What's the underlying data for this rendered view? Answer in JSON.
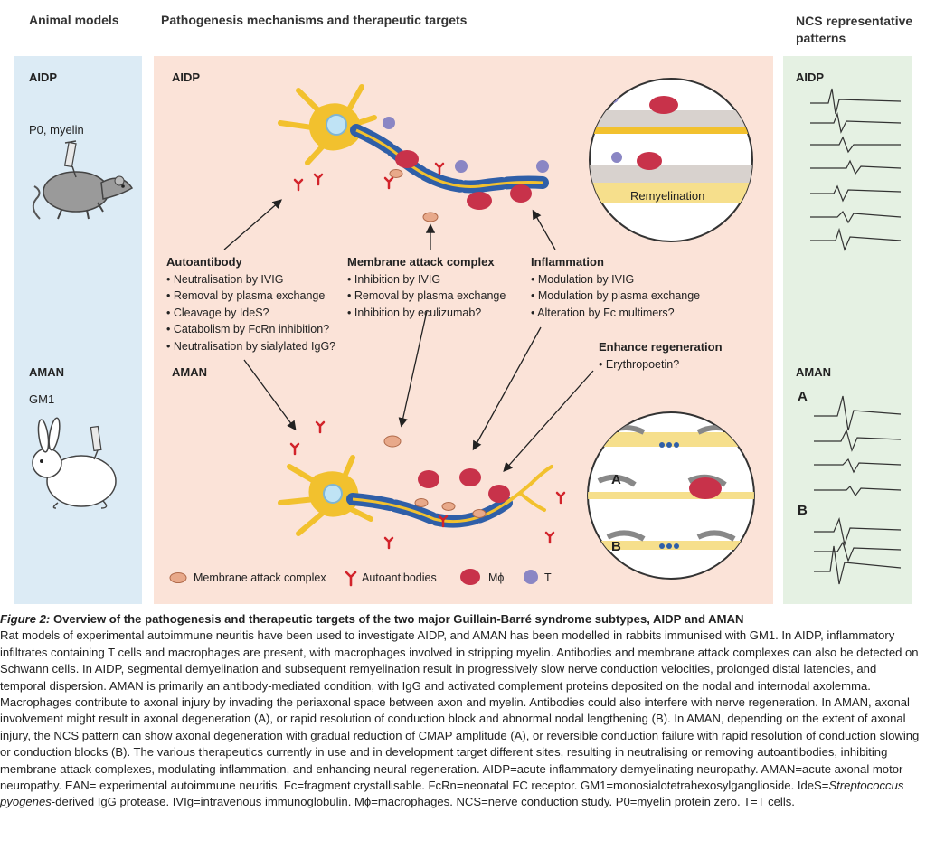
{
  "headers": {
    "animal_models": "Animal models",
    "pathogenesis": "Pathogenesis mechanisms and therapeutic targets",
    "ncs_line1": "NCS representative",
    "ncs_line2": "patterns"
  },
  "left": {
    "aidp": "AIDP",
    "aidp_antigen": "P0, myelin",
    "aman": "AMAN",
    "aman_antigen": "GM1"
  },
  "middle": {
    "aidp": "AIDP",
    "aman": "AMAN",
    "remyelination": "Remyelination",
    "inset_a": "A",
    "inset_b": "B",
    "autoantibody": {
      "title": "Autoantibody",
      "items": [
        "Neutralisation by IVIG",
        "Removal by plasma exchange",
        "Cleavage by IdeS?",
        "Catabolism by FcRn inhibition?",
        "Neutralisation by sialylated IgG?"
      ]
    },
    "mac": {
      "title": "Membrane attack complex",
      "items": [
        "Inhibition by IVIG",
        "Removal by plasma exchange",
        "Inhibition by eculizumab?"
      ]
    },
    "inflammation": {
      "title": "Inflammation",
      "items": [
        "Modulation by IVIG",
        "Modulation by plasma exchange",
        "Alteration by Fc multimers?"
      ]
    },
    "regeneration": {
      "title": "Enhance regeneration",
      "items": [
        "Erythropoetin?"
      ]
    },
    "legend": {
      "mac": "Membrane attack complex",
      "autoantibodies": "Autoantibodies",
      "macrophage": "Mϕ",
      "tcell": "T"
    }
  },
  "right": {
    "aidp": "AIDP",
    "aman": "AMAN",
    "a": "A",
    "b": "B"
  },
  "caption": {
    "fig_label": "Figure 2:",
    "title": "Overview of the pathogenesis and therapeutic targets of the two major Guillain-Barré syndrome subtypes, AIDP and AMAN",
    "body_1": "Rat models of experimental autoimmune neuritis have been used to investigate AIDP, and AMAN has been modelled in rabbits immunised with GM1. In AIDP, inflammatory infiltrates containing T cells and macrophages are present, with macrophages involved in stripping myelin. Antibodies and membrane attack complexes can also be detected on Schwann cells. In AIDP, segmental demyelination and subsequent remyelination result in progressively slow nerve conduction velocities, prolonged distal latencies, and temporal dispersion. AMAN is primarily an antibody-mediated condition, with IgG and activated complement proteins deposited on the nodal and internodal axolemma. Macrophages contribute to axonal injury by invading the periaxonal space between axon and myelin. Antibodies could also interfere with nerve regeneration. In AMAN, axonal involvement might result in axonal degeneration (A), or rapid resolution of conduction block and abnormal nodal lengthening (B). In AMAN, depending on the extent of axonal injury, the NCS pattern can show axonal degeneration with gradual reduction of CMAP amplitude (A), or reversible conduction failure with rapid resolution of conduction slowing or conduction blocks (B). The various therapeutics currently in use and in development target different sites, resulting in neutralising or removing autoantibodies, inhibiting membrane attack complexes, modulating inflammation, and enhancing neural regeneration. AIDP=acute inflammatory demyelinating neuropathy. AMAN=acute axonal motor neuropathy. EAN= experimental autoimmune neuritis. Fc=fragment crystallisable. FcRn=neonatal FC receptor. GM1=monosialotetrahexosylganglioside. IdeS=",
    "italic_species": "Streptococcus pyogenes",
    "body_2": "-derived IgG protease. IVIg=intravenous immunoglobulin. Mϕ=macrophages. NCS=nerve conduction study. P0=myelin protein zero. T=T cells."
  },
  "colors": {
    "left_bg": "#dcebf5",
    "mid_bg": "#fbe3d8",
    "right_bg": "#e5f1e3",
    "neuron": "#f2c12e",
    "myelin": "#2f5fa8",
    "antibody": "#d2232a",
    "macrophage": "#c8324a",
    "tcell": "#8a86c4",
    "mac": "#e8a98a"
  }
}
